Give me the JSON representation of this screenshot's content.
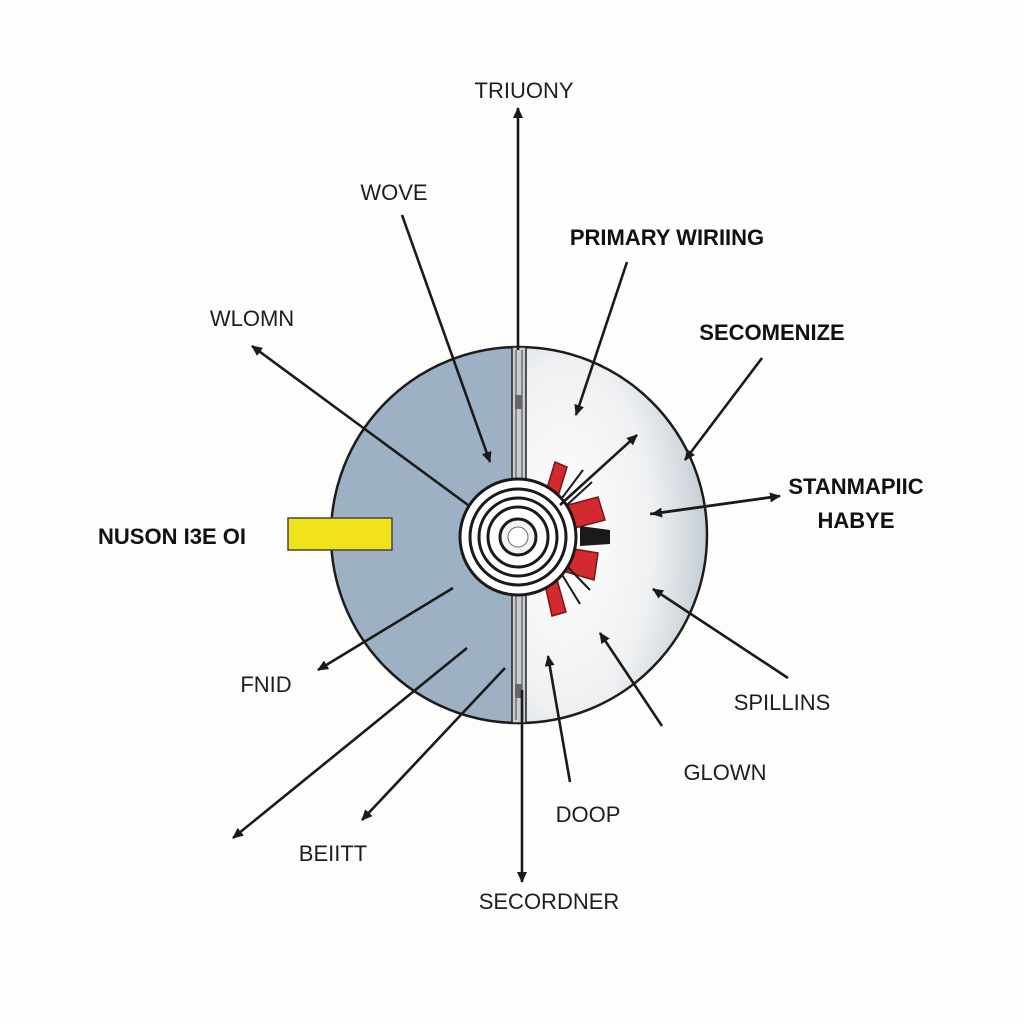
{
  "colors": {
    "left_half": "#9eb1c4",
    "right_half_center": "#ffffff",
    "right_half_edge": "#b8c3cd",
    "outline": "#1c1c1c",
    "yellow_bar": "#f0e31a",
    "red_segments": "#d22a2e",
    "arrow": "#1a1a1a"
  },
  "labels": {
    "top": "TRIUONY",
    "wove": "WOVE",
    "primary_wiring": "PRIMARY WIRIING",
    "wlomn": "WLOMN",
    "secomenize": "SECOMENIZE",
    "stanmapic": "STANMAPIIC",
    "habye": "HABYE",
    "nuson": "NUSON I3E OI",
    "fnid": "FNID",
    "spillins": "SPILLINS",
    "glown": "GLOWN",
    "doop": "DOOP",
    "beitt": "BEIITT",
    "bottom": "SECORDNER"
  }
}
